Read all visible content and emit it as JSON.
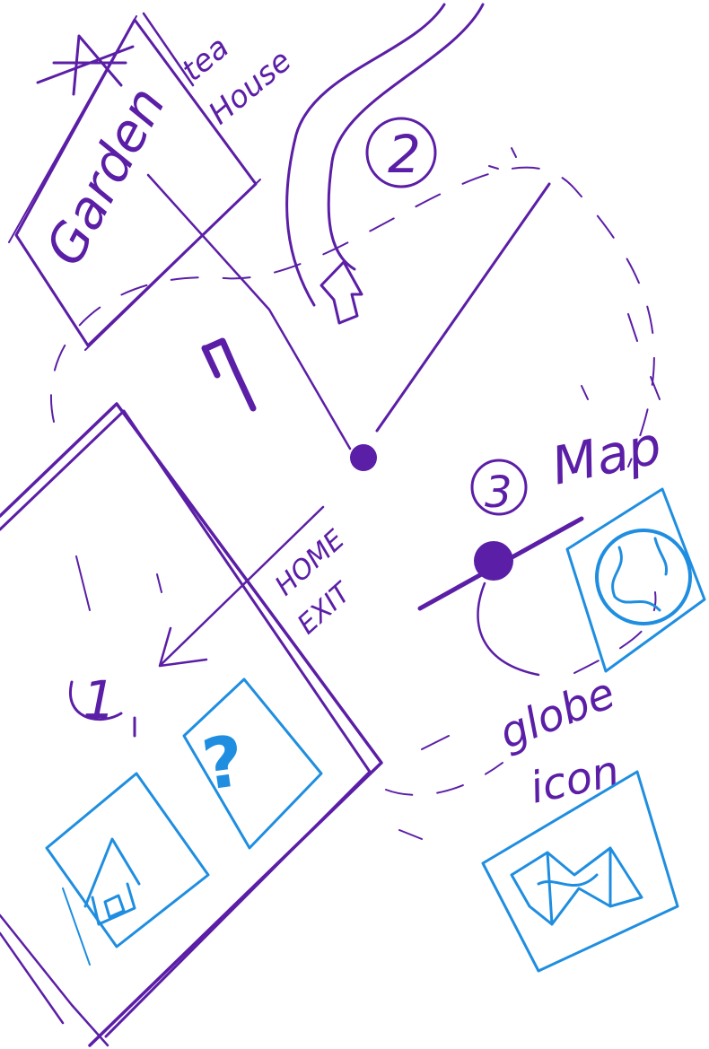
{
  "labels": {
    "garden": "Garden",
    "tea_house_line1": "tea",
    "tea_house_line2": "House",
    "step_two": "2",
    "step_one": "1",
    "step_three": "3",
    "map": "Map",
    "home_exit_line1": "HOME",
    "home_exit_line2": "EXIT",
    "globe_icon_line1": "globe",
    "globe_icon_line2": "icon",
    "help_glyph": "?"
  },
  "colors": {
    "ink_purple": "#5b1ea6",
    "ink_blue": "#1f8ee0"
  },
  "icons": [
    "house-icon",
    "help-question-icon",
    "globe-icon",
    "folded-map-icon",
    "up-arrow-icon",
    "left-arrow-icon",
    "slider-handle-icon"
  ]
}
